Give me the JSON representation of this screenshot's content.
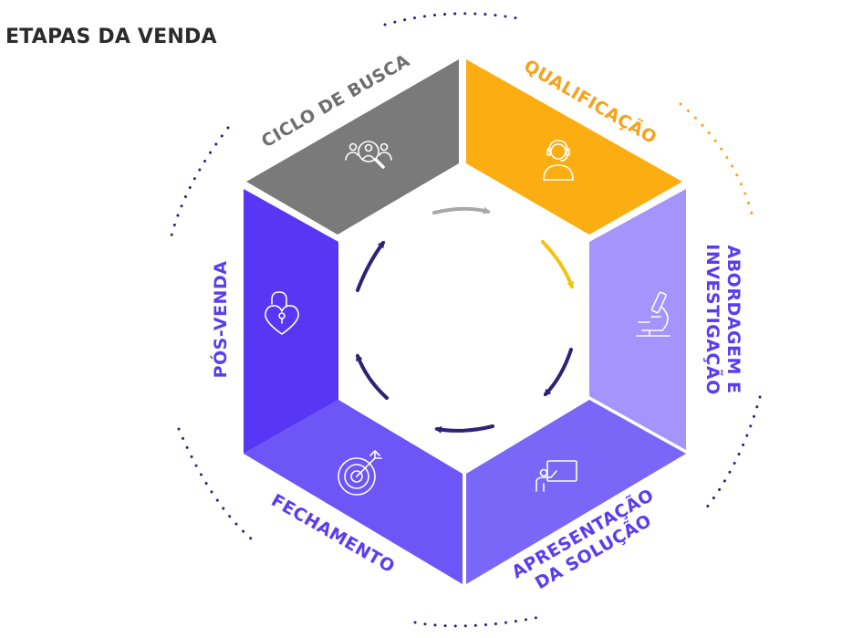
{
  "title": "ETAPAS DA VENDA",
  "colors": {
    "ciclo": "#7a7a7a",
    "qualificacao": "#fbad12",
    "abordagem": "#a494fb",
    "apresentacao": "#7a67f8",
    "fechamento": "#6d55f7",
    "posvenda": "#5736f4",
    "label_gray": "#6e6e6e",
    "label_orange": "#f7a21b",
    "label_purple": "#5b3cf0",
    "arrow_gray": "#a8a8a8",
    "arrow_yellow": "#f2c40f",
    "arrow_navy": "#2f2177"
  },
  "stages": [
    {
      "key": "ciclo",
      "label": "CICLO DE BUSCA",
      "icon": "magnifier-people-icon"
    },
    {
      "key": "qualificacao",
      "label": "QUALIFICAÇÃO",
      "icon": "headset-user-icon"
    },
    {
      "key": "abordagem",
      "label_line1": "ABORDAGEM E",
      "label_line2": "INVESTIGAÇÃO",
      "icon": "microscope-icon"
    },
    {
      "key": "apresentacao",
      "label_line1": "APRESENTAÇÃO",
      "label_line2": "DA SOLUÇÃO",
      "icon": "presentation-board-icon"
    },
    {
      "key": "fechamento",
      "label": "FECHAMENTO",
      "icon": "target-arrow-icon"
    },
    {
      "key": "posvenda",
      "label": "PÓS-VENDA",
      "icon": "heart-padlock-icon"
    }
  ]
}
